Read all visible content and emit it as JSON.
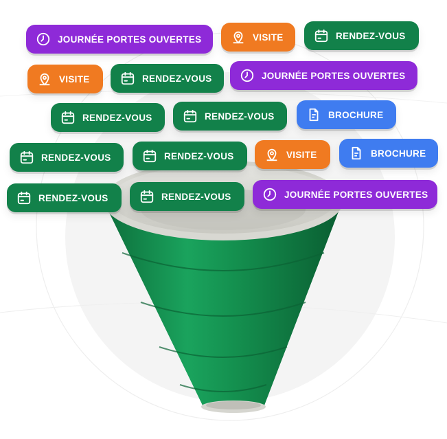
{
  "colors": {
    "journee": "#8e2ad8",
    "visite": "#f07a21",
    "rendezvous": "#12814a",
    "brochure": "#3f7cf0",
    "funnel_green": "#12814a"
  },
  "icons": {
    "journee": "clock-icon",
    "visite": "map-pin-icon",
    "rendezvous": "calendar-icon",
    "brochure": "document-icon"
  },
  "tags": [
    {
      "label": "JOURNÉE PORTES OUVERTES",
      "type": "journee"
    },
    {
      "label": "VISITE",
      "type": "visite"
    },
    {
      "label": "RENDEZ-VOUS",
      "type": "rendezvous"
    },
    {
      "label": "VISITE",
      "type": "visite"
    },
    {
      "label": "RENDEZ-VOUS",
      "type": "rendezvous"
    },
    {
      "label": "JOURNÉE PORTES OUVERTES",
      "type": "journee"
    },
    {
      "label": "RENDEZ-VOUS",
      "type": "rendezvous"
    },
    {
      "label": "RENDEZ-VOUS",
      "type": "rendezvous"
    },
    {
      "label": "BROCHURE",
      "type": "brochure"
    },
    {
      "label": "RENDEZ-VOUS",
      "type": "rendezvous"
    },
    {
      "label": "RENDEZ-VOUS",
      "type": "rendezvous"
    },
    {
      "label": "VISITE",
      "type": "visite"
    },
    {
      "label": "BROCHURE",
      "type": "brochure"
    },
    {
      "label": "RENDEZ-VOUS",
      "type": "rendezvous"
    },
    {
      "label": "RENDEZ-VOUS",
      "type": "rendezvous"
    },
    {
      "label": "JOURNÉE PORTES OUVERTES",
      "type": "journee"
    }
  ]
}
